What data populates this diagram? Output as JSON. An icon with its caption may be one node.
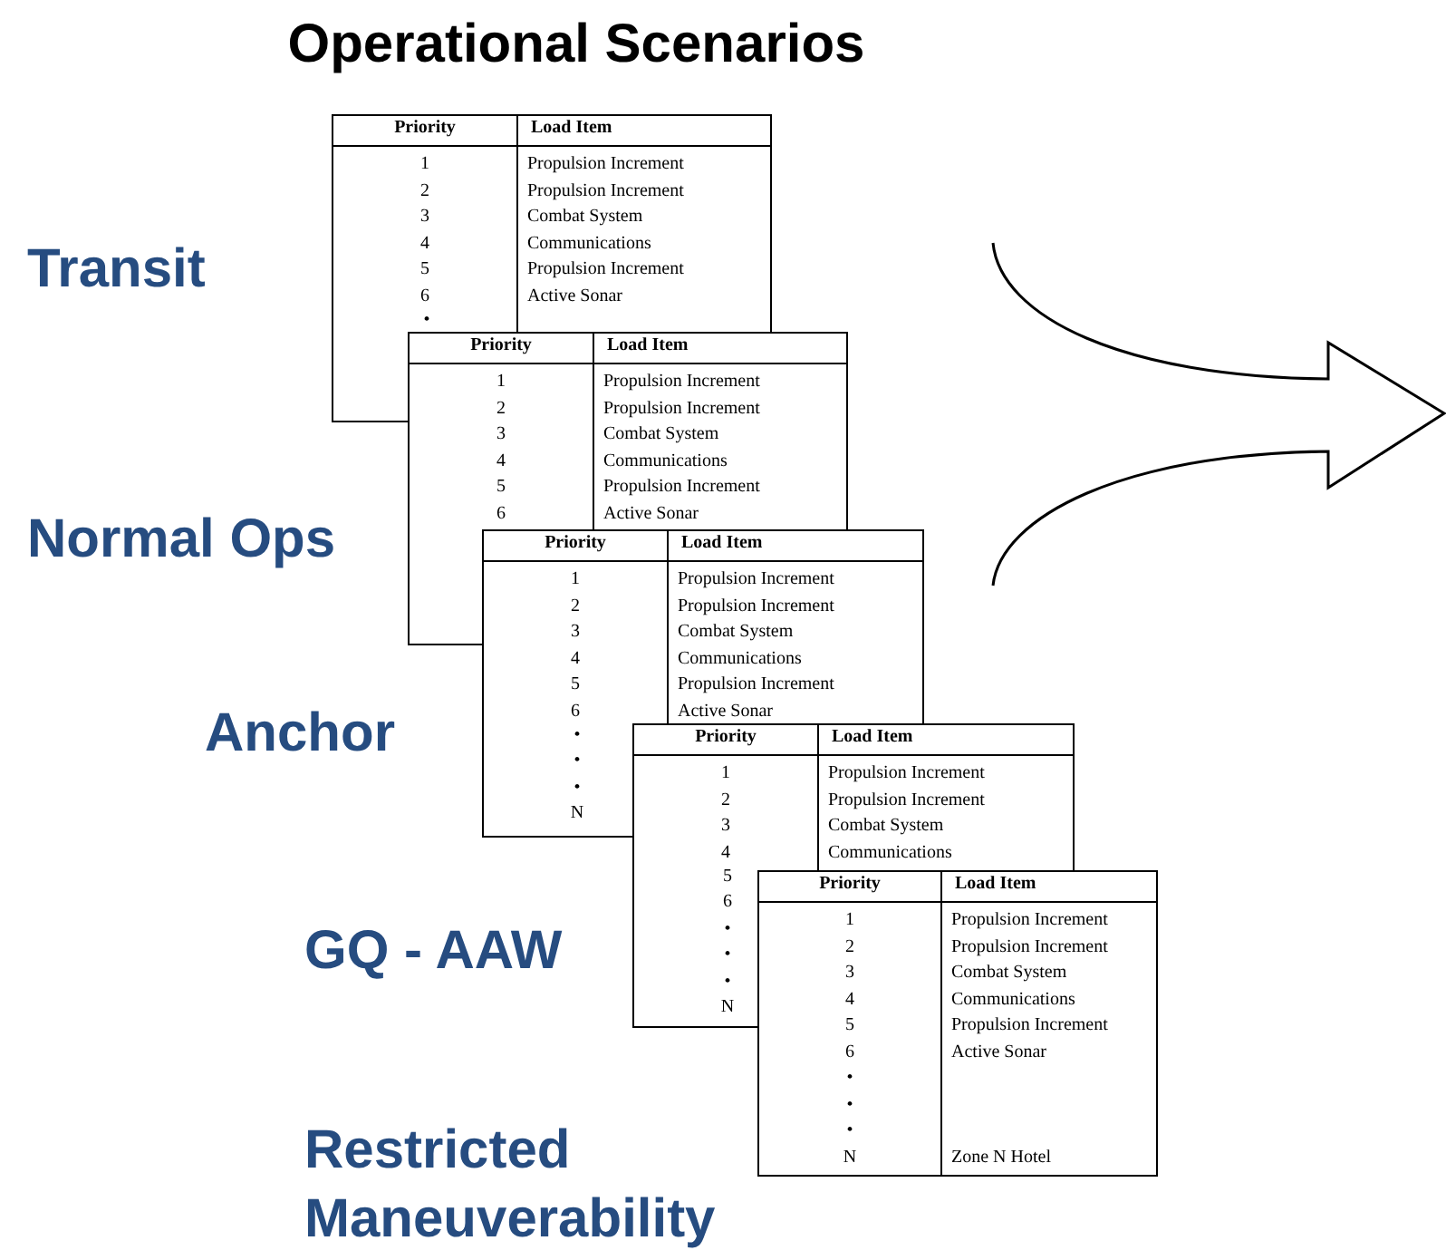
{
  "diagram": {
    "title": "Operational Scenarios",
    "nodes": [
      {
        "text": [
          "Priority",
          "Load Item",
          "1",
          "Propulsion Increment",
          "2",
          "Propulsion Increment",
          "3",
          "Combat System",
          "4",
          "Communications",
          "5",
          "Propulsion Increment",
          "6",
          "Active Sonar",
          "•"
        ]
      },
      {
        "text": [
          "Priority",
          "Load Item",
          "1",
          "Propulsion Increment",
          "2",
          "Propulsion Increment",
          "3",
          "Combat System",
          "4",
          "Communications",
          "5",
          "Propulsion Increment",
          "6",
          "Active Sonar"
        ]
      },
      {
        "text": [
          "Priority",
          "Load Item",
          "1",
          "Propulsion Increment",
          "2",
          "Propulsion Increment",
          "3",
          "Combat System",
          "4",
          "Communications",
          "5",
          "Propulsion Increment",
          "6",
          "Active Sonar",
          "•",
          "•",
          "•",
          "N"
        ]
      },
      {
        "text": [
          "Priority",
          "Load Item",
          "1",
          "Propulsion Increment",
          "2",
          "Propulsion Increment",
          "3",
          "Combat System",
          "4",
          "Communications",
          "5",
          "6",
          "•",
          "•",
          "•",
          "N"
        ]
      },
      {
        "text": [
          "Priority",
          "Load Item",
          "1",
          "Propulsion Increment",
          "2",
          "Propulsion Increment",
          "3",
          "Combat System",
          "4",
          "Communications",
          "5",
          "Propulsion Increment",
          "6",
          "Active Sonar",
          "•",
          "•",
          "•",
          "N",
          "Zone N Hotel"
        ]
      }
    ],
    "labels": [
      "Transit",
      "Normal Ops",
      "Anchor",
      "GQ - AAW",
      "Restricted Maneuverability"
    ]
  }
}
